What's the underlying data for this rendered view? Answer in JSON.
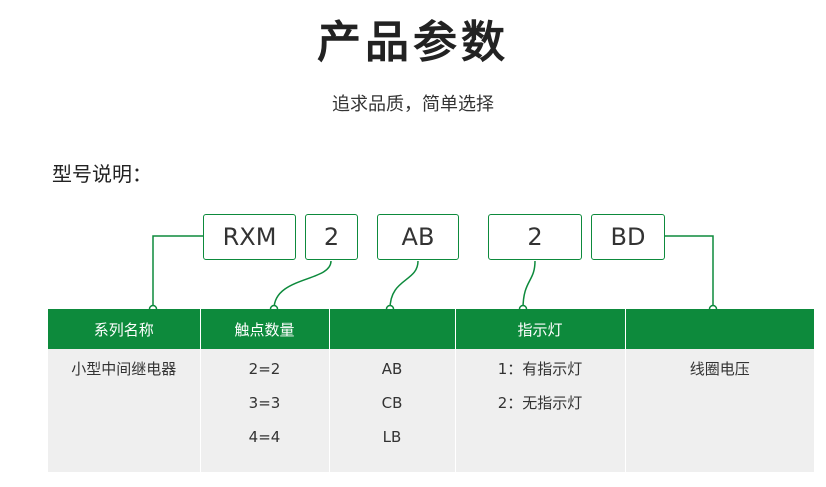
{
  "header": {
    "title": "产品参数",
    "subtitle": "追求品质，简单选择"
  },
  "section": {
    "label": "型号说明："
  },
  "model_code": {
    "parts": [
      "RXM",
      "2",
      "AB",
      "2",
      "BD"
    ]
  },
  "colors": {
    "accent": "#0d8a3c",
    "table_body": "#efefef"
  },
  "table": {
    "headers": [
      "系列名称",
      "触点数量",
      "",
      "指示灯",
      ""
    ],
    "columns": [
      [
        "小型中间继电器"
      ],
      [
        "2=2",
        "3=3",
        "4=4"
      ],
      [
        "AB",
        "CB",
        "LB"
      ],
      [
        "1：有指示灯",
        "2：无指示灯"
      ],
      [
        "线圈电压"
      ]
    ]
  }
}
